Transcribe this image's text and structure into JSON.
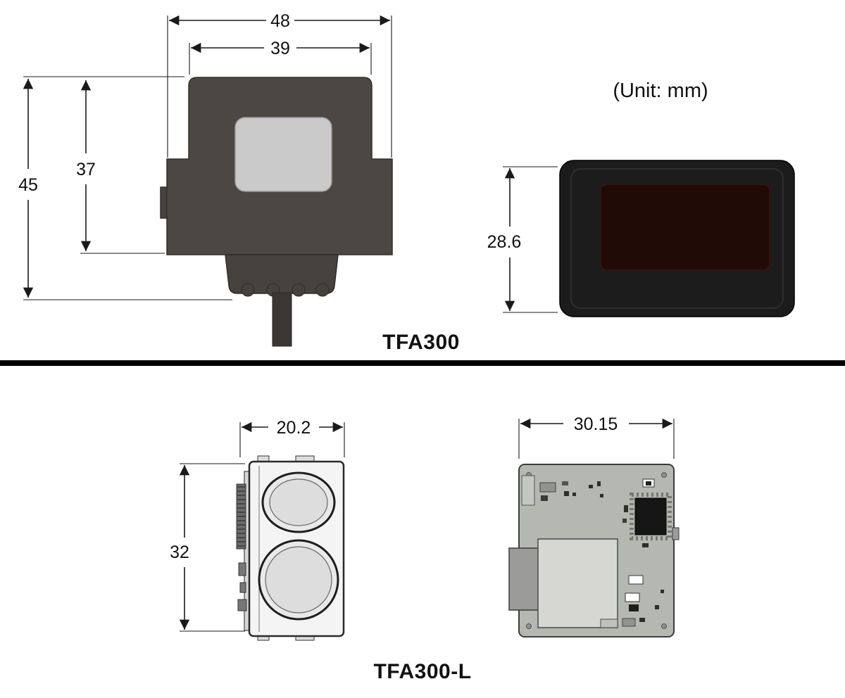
{
  "unit_note": "(Unit: mm)",
  "sections": {
    "top": {
      "product_label": "TFA300",
      "front_view": {
        "dim_outer_width": "48",
        "dim_inner_width": "39",
        "dim_outer_height": "45",
        "dim_inner_height": "37"
      },
      "side_view": {
        "dim_height": "28.6"
      }
    },
    "bottom": {
      "product_label": "TFA300-L",
      "side_view": {
        "dim_width": "20.2",
        "dim_height": "32"
      },
      "board_view": {
        "dim_width": "30.15"
      }
    }
  },
  "colors": {
    "sensor_body": "#4b4743",
    "lens_window": "#c9cac9",
    "enclosure": "#1d1c1c",
    "ir_window": "#200b07",
    "pcb_board": "#b4b8b0",
    "divider": "#000000"
  }
}
